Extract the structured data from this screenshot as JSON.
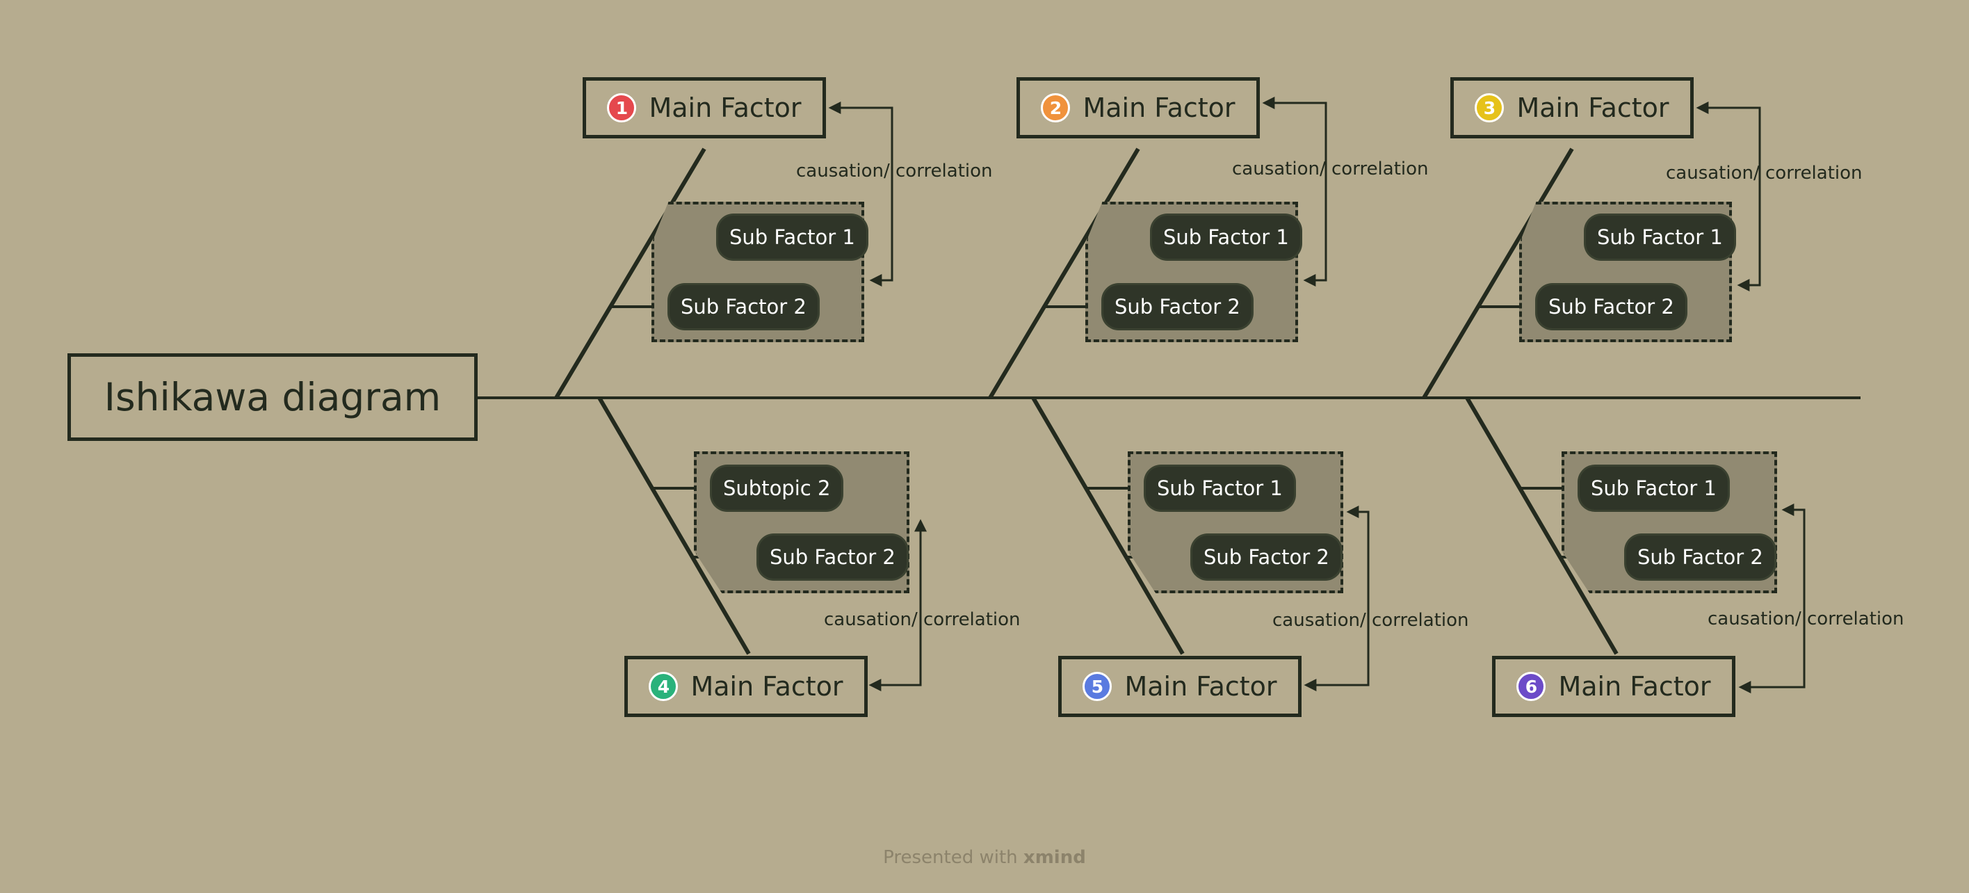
{
  "title": "Ishikawa diagram",
  "factors": [
    {
      "number": "1",
      "label": "Main Factor",
      "badge_color": "#e5484d",
      "sub": [
        "Sub Factor 1",
        "Sub Factor 2"
      ],
      "relation": "causation/ correlation"
    },
    {
      "number": "2",
      "label": "Main Factor",
      "badge_color": "#f0923c",
      "sub": [
        "Sub Factor 1",
        "Sub Factor 2"
      ],
      "relation": "causation/ correlation"
    },
    {
      "number": "3",
      "label": "Main Factor",
      "badge_color": "#e6c21a",
      "sub": [
        "Sub Factor 1",
        "Sub Factor 2"
      ],
      "relation": "causation/ correlation"
    },
    {
      "number": "4",
      "label": "Main Factor",
      "badge_color": "#2ab27b",
      "sub": [
        "Subtopic 2",
        "Sub Factor 2"
      ],
      "relation": "causation/ correlation"
    },
    {
      "number": "5",
      "label": "Main Factor",
      "badge_color": "#5a7be0",
      "sub": [
        "Sub Factor 1",
        "Sub Factor 2"
      ],
      "relation": "causation/ correlation"
    },
    {
      "number": "6",
      "label": "Main Factor",
      "badge_color": "#6c4bc8",
      "sub": [
        "Sub Factor 1",
        "Sub Factor 2"
      ],
      "relation": "causation/ correlation"
    }
  ],
  "footer": {
    "prefix": "Presented with ",
    "brand": "xmind"
  }
}
